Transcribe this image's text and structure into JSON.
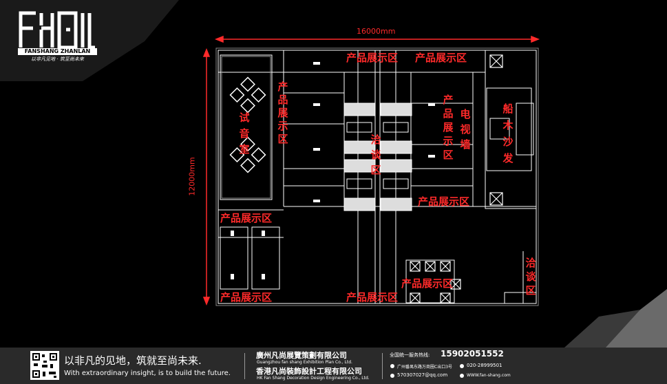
{
  "brand": {
    "logo_text": "FSZL",
    "name_en": "FANSHANG ZHANLAN",
    "tagline_cn": "以非凡见地 · 筑至尚未来"
  },
  "plan": {
    "width_dim": "16000mm",
    "height_dim": "12000mm",
    "zones": {
      "top_product_1": "产品展示区",
      "top_product_2": "产品展示区",
      "left_product_v": "产品展示区",
      "audition_room": "试音室",
      "negotiation_center": "洽谈区",
      "right_product_v": "产品展示区",
      "tv_wall": "电视墙",
      "boat_sofa": "船木沙发",
      "mid_right_product": "产品展示区",
      "left_mid_product": "产品展示区",
      "bottom_left_product": "产品展示区",
      "bottom_center_product": "产品展示区",
      "bottom_right_product": "产品展示区",
      "negotiation_right": "洽谈区"
    }
  },
  "footer": {
    "slogan_cn": "以非凡的见地，筑就至尚未来.",
    "slogan_en": "With extraordinary insight, is to build the future.",
    "company_cn": "廣州凡尚展覽策劃有限公司",
    "company_en": "Guangzhou fan shang  Exhibition Plan Co., Ltd.",
    "company2_cn": "香港凡尚裝飾設計工程有限公司",
    "company2_en": "HK Fan Shang Decoration Design Engineering Co., Ltd.",
    "hotline_label": "全国统一服务热线:",
    "hotline": "15902051552",
    "address": "广州番禺东路万商圈C出口3号",
    "phone": "020-28999501",
    "qq": "570307027@qq.com",
    "website": "WWW.fan-shang.com"
  }
}
